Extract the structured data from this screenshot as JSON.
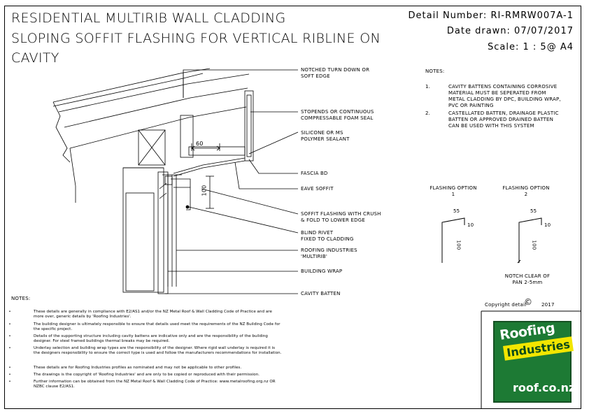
{
  "title": {
    "line1": "RESIDENTIAL MULTIRIB WALL CLADDING",
    "line2": "SLOPING SOFFIT FLASHING FOR VERTICAL RIBLINE ON",
    "line3": "CAVITY"
  },
  "meta": {
    "detail_number": "Detail Number:  RI-RMRW007A-1",
    "date_drawn": "Date drawn:  07/07/2017",
    "scale": "Scale:    1 : 5@ A4"
  },
  "callouts": {
    "notched": "NOTCHED TURN DOWN OR\nSOFT EDGE",
    "stopends": "STOPENDS OR CONTINUOUS\nCOMPRESSABLE FOAM SEAL",
    "silicone": "SILICONE OR MS\nPOLYMER SEALANT",
    "fascia": "FASCIA BD",
    "eave": "EAVE SOFFIT",
    "soffit_flashing": "SOFFIT FLASHING WITH CRUSH\n& FOLD TO LOWER EDGE",
    "rivet": "BLIND RIVET\nFIXED TO CLADDING",
    "multirib": "ROOFING INDUSTRIES\n'MULTIRIB'",
    "wrap": "BUILDING WRAP",
    "batten": "CAVITY BATTEN"
  },
  "dimensions": {
    "d60": "60",
    "d100": "100"
  },
  "notes_right": {
    "heading": "NOTES:",
    "items": [
      {
        "num": "1.",
        "text": "CAVITY BATTENS CONTAINING CORROSIVE\nMATERIAL MUST BE SEPERATED FROM\nMETAL CLADDING BY DPC, BUILDING WRAP,\nPVC OR PAINTING"
      },
      {
        "num": "2.",
        "text": "CASTELLATED BATTEN, DRAINAGE PLASTIC\nBATTEN OR APPROVED DRAINED BATTEN\nCAN BE USED WITH THIS SYSTEM"
      }
    ]
  },
  "flashing_options": {
    "opt1": "FLASHING OPTION\n1",
    "opt2": "FLASHING OPTION\n2",
    "d55a": "55",
    "d10a": "10",
    "d100a": "100",
    "d55b": "55",
    "d10b": "10",
    "d100b": "100",
    "notch": "NOTCH CLEAR OF\nPAN 2-5mm"
  },
  "notes_bottom": {
    "heading": "NOTES:",
    "bullet": "•",
    "items": [
      "These details are generally in compliance with E2/AS1 and/or the NZ Metal Roof & Wall Cladding Code of Practice and are more over, generic details by 'Roofing Industries'.",
      "The building designer is ultimately responsible to ensure that details used meet the requirements of the NZ Building Code for the specific project.",
      "Details of the supporting structure including cavity battens are indicative only and are the responsibility of the building designer. For steel framed buildings thermal breaks may be required.",
      "Underlay selection and building wrap types are the responsibility of the designer. Where rigid wall underlay is required it is the designers responsibility to ensure the correct type is used and follow the manufacturers recommendations for installation.",
      "These details are for Roofing Industries profiles as nominated and may not be applicable to other profiles.",
      "The drawings is the copyright of 'Roofing Industries' and are only to be copied or reproduced with their permission.",
      "Further information can be obtained from the NZ Metal Roof & Wall Cladding Code of Practice: www.metalroofing.org.nz OR NZBC clause E2/AS1."
    ]
  },
  "copyright": {
    "text": "Copyright detail",
    "symbol": "©",
    "year": "2017"
  },
  "logo": {
    "line1": "Roofing",
    "line2": "Industries",
    "url": "roof.co.nz",
    "green": "#1d7a34",
    "yellow": "#f2e600"
  }
}
